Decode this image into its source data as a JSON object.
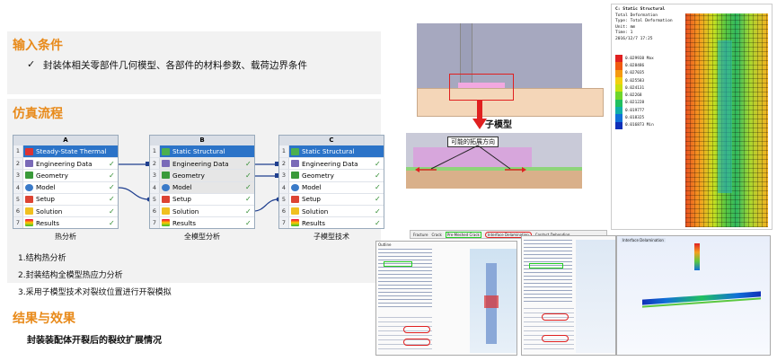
{
  "sections": {
    "input": {
      "title": "输入条件",
      "bullet": "✓",
      "text": "封装体相关零部件几何模型、各部件的材料参数、载荷边界条件"
    },
    "flow": {
      "title": "仿真流程",
      "systems": [
        {
          "letter": "A",
          "title": "Steady-State Thermal",
          "rows": [
            "Engineering Data",
            "Geometry",
            "Model",
            "Setup",
            "Solution",
            "Results"
          ],
          "caption": "热分析"
        },
        {
          "letter": "B",
          "title": "Static Structural",
          "rows": [
            "Engineering Data",
            "Geometry",
            "Model",
            "Setup",
            "Solution",
            "Results"
          ],
          "caption": "全模型分析"
        },
        {
          "letter": "C",
          "title": "Static Structural",
          "rows": [
            "Engineering Data",
            "Geometry",
            "Model",
            "Setup",
            "Solution",
            "Results"
          ],
          "caption": "子模型技术"
        }
      ],
      "row_numbers": [
        "1",
        "2",
        "3",
        "4",
        "5",
        "6",
        "7"
      ],
      "steps": [
        "1.结构热分析",
        "2.封装结构全模型热应力分析",
        "3.采用子模型技术对裂纹位置进行开裂模拟"
      ]
    },
    "result": {
      "title": "结果与效果",
      "text": "封装装配体开裂后的裂纹扩展情况"
    }
  },
  "submodel": {
    "label": "子模型",
    "direction_label": "可能的拓展方向"
  },
  "contour": {
    "header": [
      "C: Static Structural",
      "Total Deformation",
      "Type: Total Deformation",
      "Unit: mm",
      "Time: 1",
      "2016/12/7 17:25"
    ],
    "legend": [
      "0.029938 Max",
      "0.028486",
      "0.027035",
      "0.025583",
      "0.024131",
      "0.02268",
      "0.021228",
      "0.019777",
      "0.018325",
      "0.016873 Min"
    ],
    "colors": [
      "#e02020",
      "#f05a10",
      "#f59a10",
      "#f2d010",
      "#c8e010",
      "#6fd62a",
      "#20c060",
      "#10b0a8",
      "#1070d8",
      "#1030b8"
    ]
  },
  "screens": {
    "tabs": [
      "Fracture",
      "Crack",
      "Pre-Meshed Crack",
      "Interface Delamination",
      "Contact Debonding"
    ],
    "left_tree_title": "Outline",
    "right_tree_title": "Interface Delamination"
  }
}
